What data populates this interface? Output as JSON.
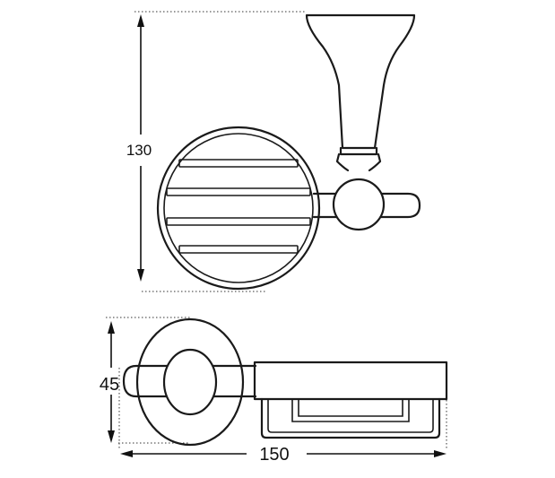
{
  "dimensions": {
    "height_front": "130",
    "height_top": "45",
    "width_top": "150"
  }
}
